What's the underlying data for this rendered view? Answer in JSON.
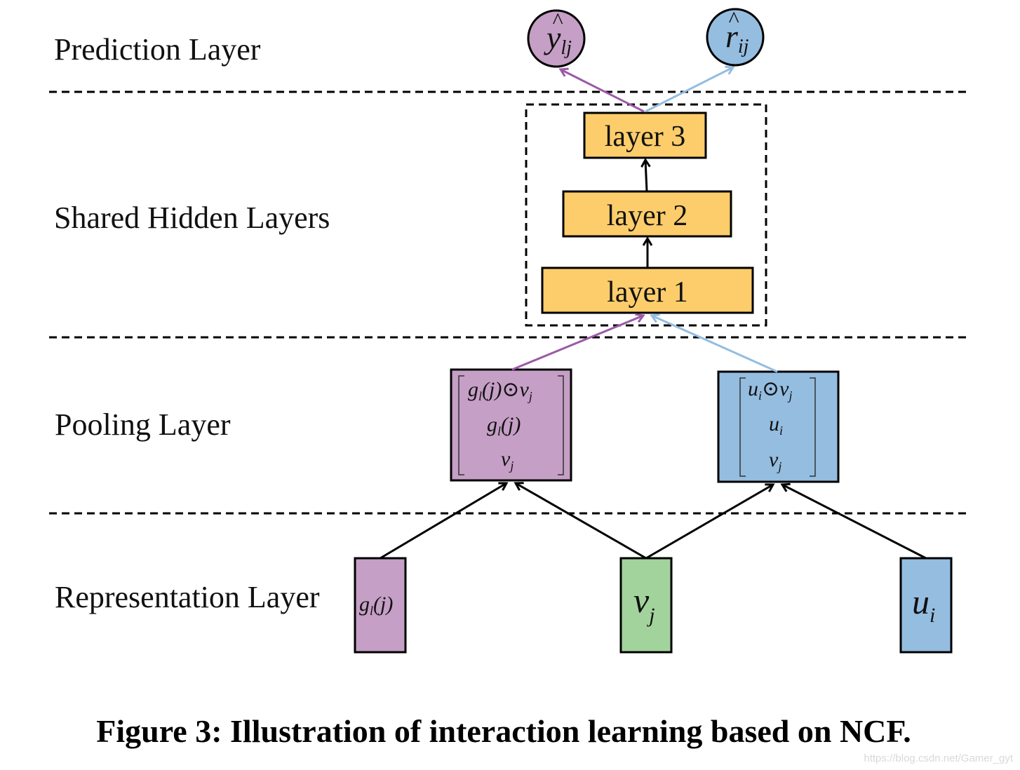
{
  "layers": {
    "prediction": "Prediction Layer",
    "shared_hidden": "Shared Hidden Layers",
    "pooling": "Pooling Layer",
    "representation": "Representation Layer"
  },
  "hidden_layers": [
    "layer 3",
    "layer 2",
    "layer 1"
  ],
  "prediction_nodes": {
    "y": {
      "base": "y",
      "hat": "^",
      "sub": "lj"
    },
    "r": {
      "base": "r",
      "hat": "^",
      "sub": "ij"
    }
  },
  "pooling_left": {
    "row1": {
      "g": "g",
      "g_sub": "l",
      "args": "(j)",
      "op": "⊙",
      "v": "v",
      "v_sub": "j"
    },
    "row2": {
      "g": "g",
      "g_sub": "l",
      "args": "(j)"
    },
    "row3": {
      "v": "v",
      "v_sub": "j"
    }
  },
  "pooling_right": {
    "row1": {
      "u": "u",
      "u_sub": "i",
      "op": "⊙",
      "v": "v",
      "v_sub": "j"
    },
    "row2": {
      "u": "u",
      "u_sub": "i"
    },
    "row3": {
      "v": "v",
      "v_sub": "j"
    }
  },
  "representation": {
    "g": {
      "base": "g",
      "sub": "l",
      "args": "(j)"
    },
    "v": {
      "base": "v",
      "sub": "j"
    },
    "u": {
      "base": "u",
      "sub": "i"
    }
  },
  "caption": "Figure 3: Illustration of interaction learning based on NCF.",
  "watermark": "https://blog.csdn.net/Gamer_gyt",
  "colors": {
    "purple": "#c59fc5",
    "blue": "#94bde0",
    "green": "#a3d39c",
    "orange": "#fdcd6b",
    "purple_arrow": "#9b5aa6",
    "blue_arrow": "#94bde0"
  }
}
